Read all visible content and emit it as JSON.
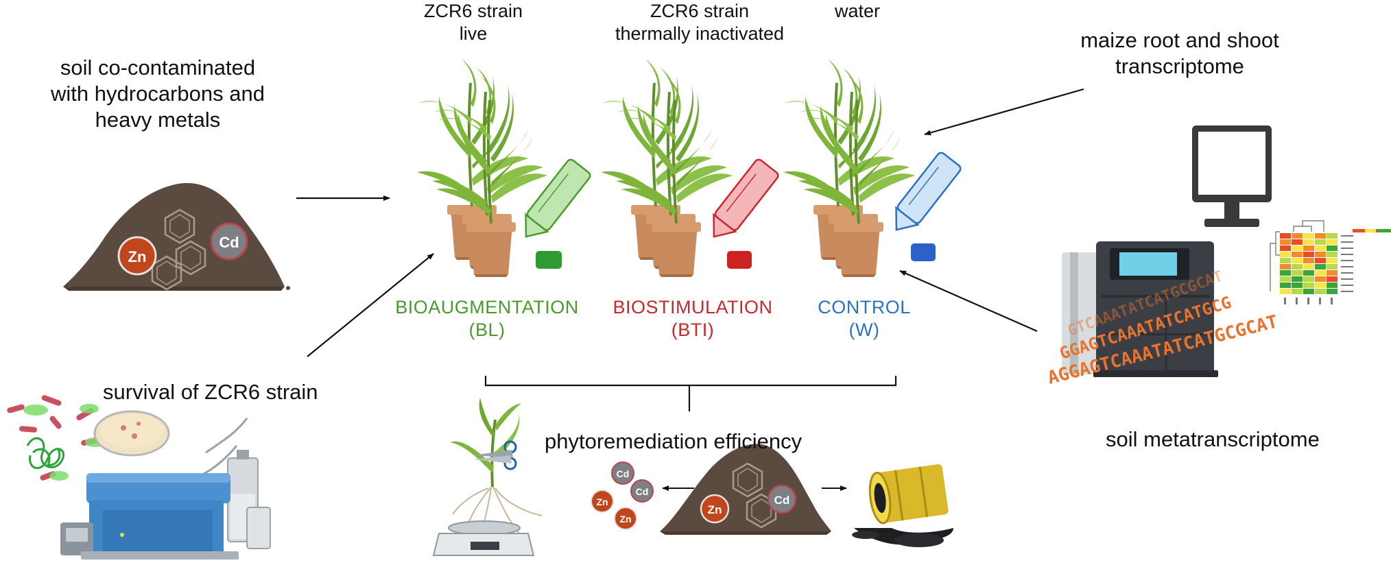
{
  "labels": {
    "soil": "soil co-contaminated\nwith hydrocarbons and\nheavy metals",
    "survival": "survival of ZCR6 strain",
    "treatment_live": "ZCR6 strain\nlive",
    "treatment_inactivated": "ZCR6 strain\nthermally inactivated",
    "treatment_water": "water",
    "maize_transcriptome": "maize root and shoot\ntranscriptome",
    "soil_metatranscriptome": "soil metatranscriptome",
    "phytoremediation": "phytoremediation efficiency"
  },
  "groups": [
    {
      "name": "BIOAUGMENTATION",
      "code": "(BL)",
      "color": "#4a9a2c",
      "tube_color": "#bfe6b0",
      "cap_color": "#2f9a2f"
    },
    {
      "name": "BIOSTIMULATION",
      "code": "(BTI)",
      "color": "#c8282e",
      "tube_color": "#f4b6b8",
      "cap_color": "#cc2222"
    },
    {
      "name": "CONTROL",
      "code": "(W)",
      "color": "#2b72c2",
      "tube_color": "#cfe4f6",
      "cap_color": "#2a62c8"
    }
  ],
  "metals": {
    "zn": "Zn",
    "cd": "Cd"
  },
  "dna_sequence": {
    "line1": "GTCAAATATCATGCGCAT",
    "line2": "GGAGTCAAATATCATGCG",
    "line3": "AGGAGTCAAATATCATGCGCAT"
  },
  "colors": {
    "soil": "#5b4a3f",
    "zn_badge": "#c0461e",
    "cd_badge": "#7d7f83",
    "pot": "#c98a5e",
    "leaf": "#7fb53b",
    "dna_text": "#e8732c",
    "instrument_blue": "#3f86c6"
  }
}
